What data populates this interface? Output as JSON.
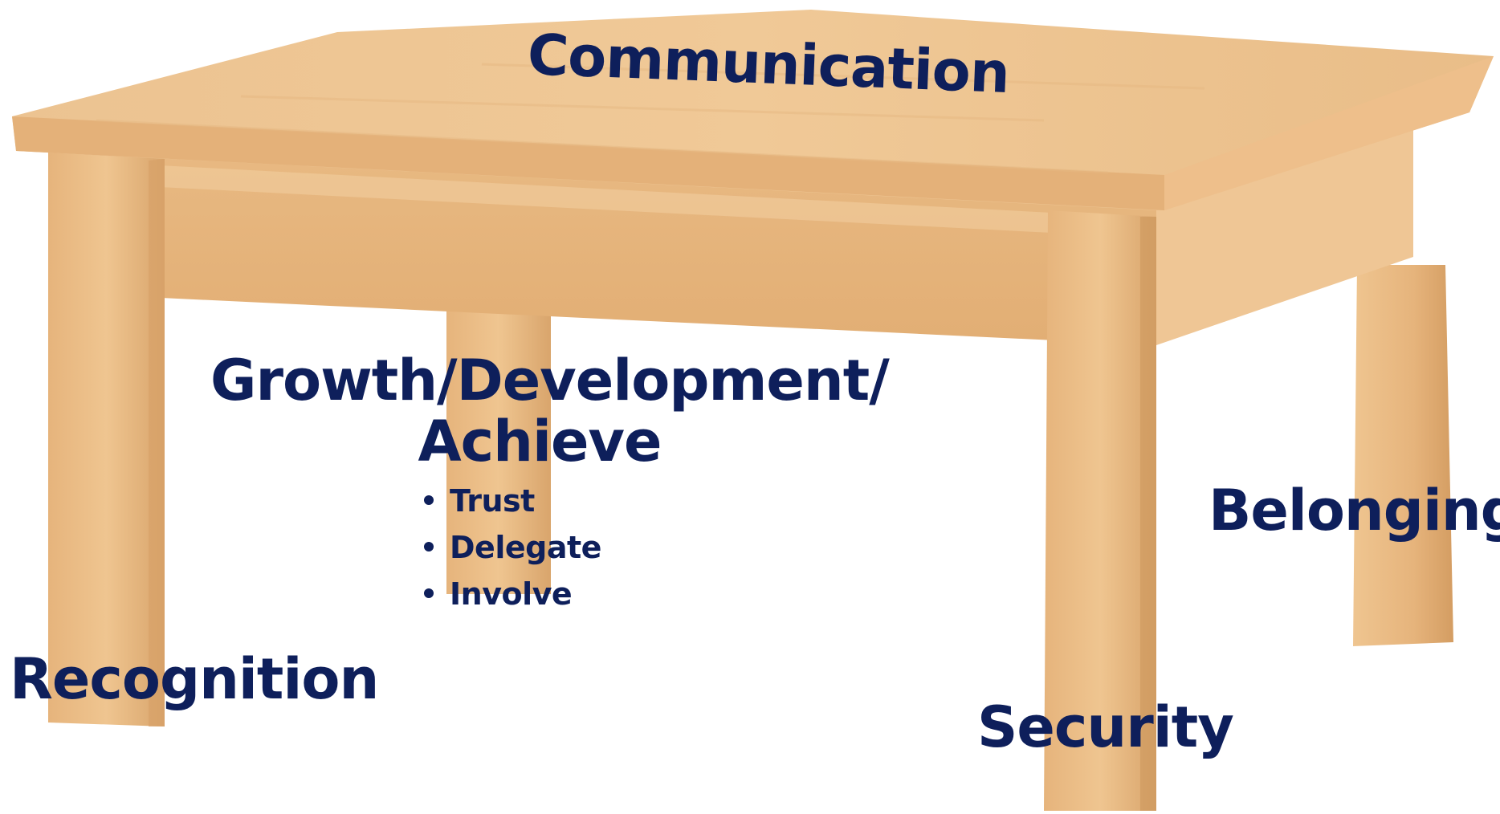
{
  "labels": {
    "top": "Communication",
    "growth_line1": "Growth/Development/",
    "growth_line2": "Achieve",
    "bullets": [
      "Trust",
      "Delegate",
      "Involve"
    ],
    "right": "Belonging",
    "left": "Recognition",
    "bottom": "Security"
  },
  "colors": {
    "text": "#0e1f5b",
    "wood": "#e9bc87",
    "wood_dark": "#d9a56c",
    "wood_light": "#f2cd9c"
  }
}
